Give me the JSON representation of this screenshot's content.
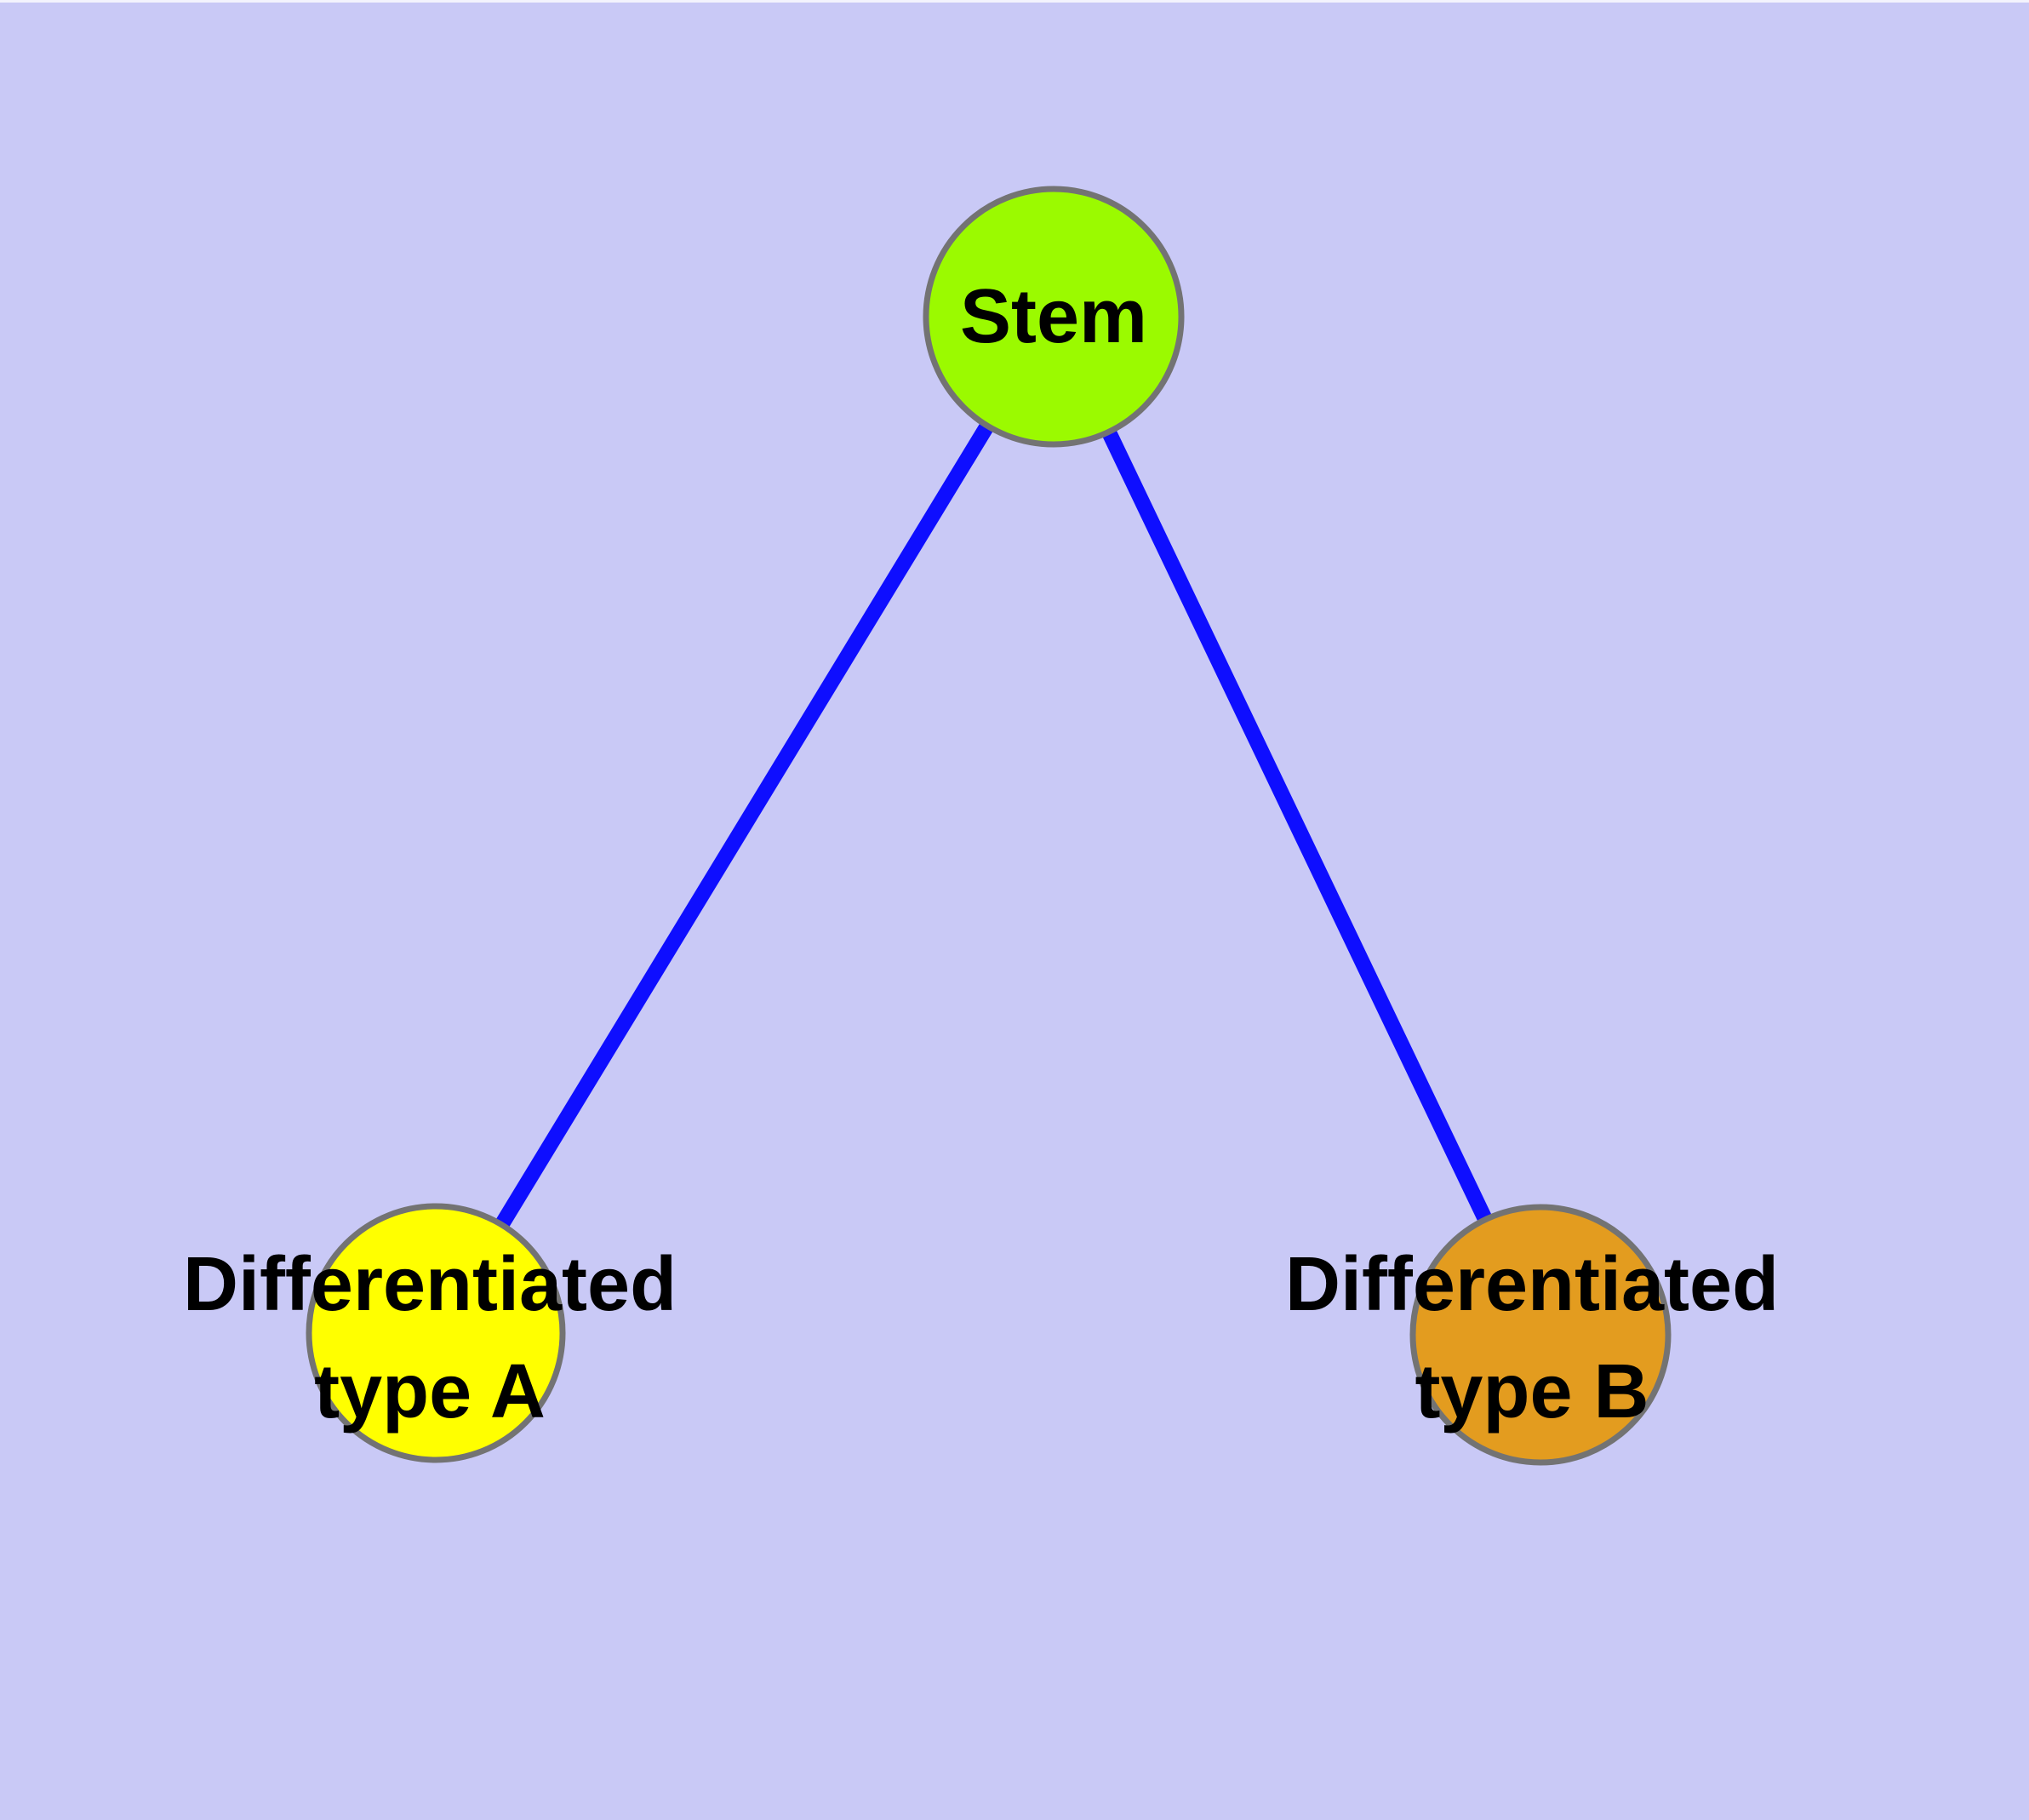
{
  "diagram": {
    "type": "graph",
    "background_color": "#c9c9f6",
    "edge_color": "#0e0eff",
    "node_border_color": "#737373",
    "text_color": "#000000",
    "nodes": [
      {
        "id": "stem",
        "lines": [
          "Stem"
        ],
        "fill_color": "#9bfa00"
      },
      {
        "id": "differentiated-type-a",
        "lines": [
          "Differentiated",
          "type A"
        ],
        "fill_color": "#ffff00"
      },
      {
        "id": "differentiated-type-b",
        "lines": [
          "Differentiated",
          "type B"
        ],
        "fill_color": "#e39c1f"
      }
    ],
    "edges": [
      {
        "from": "Stem",
        "to": "Differentiated type A"
      },
      {
        "from": "Stem",
        "to": "Differentiated type B"
      }
    ]
  }
}
